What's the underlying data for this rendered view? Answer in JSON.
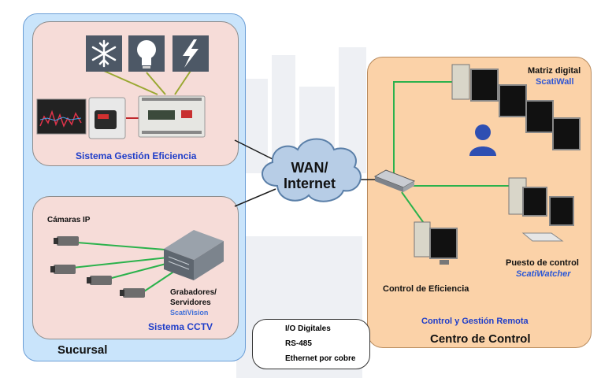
{
  "branch": {
    "title": "Sucursal",
    "efficiency_box": {
      "title": "Sistema Gestión Eficiencia",
      "icons": [
        "snowflake-icon",
        "lightbulb-icon",
        "lightning-icon"
      ]
    },
    "cctv_box": {
      "title": "Sistema CCTV",
      "cameras_label": "Cámaras IP",
      "recorders_label_line1": "Grabadores/",
      "recorders_label_line2": "Servidores",
      "recorders_product": "ScatiVision"
    }
  },
  "wan": {
    "line1": "WAN/",
    "line2": "Internet"
  },
  "control_center": {
    "title": "Centro de Control",
    "subtitle": "Control y Gestión Remota",
    "matrix_label": "Matriz digital",
    "matrix_product": "ScatiWall",
    "station_label": "Puesto de control",
    "station_product": "ScatiWatcher",
    "efficiency_label": "Control de Eficiencia"
  },
  "legend": {
    "items": [
      {
        "label": "I/O Digitales",
        "color": "#9aa832"
      },
      {
        "label": "RS-485",
        "color": "#c0282d"
      },
      {
        "label": "Ethernet por cobre",
        "color": "#2bb24c"
      }
    ]
  },
  "colors": {
    "branch_bg": "#c9e4fb",
    "sub_box_bg": "#f6dcd8",
    "center_bg": "#fbd2a8",
    "accent_blue": "#1f3ec9"
  }
}
